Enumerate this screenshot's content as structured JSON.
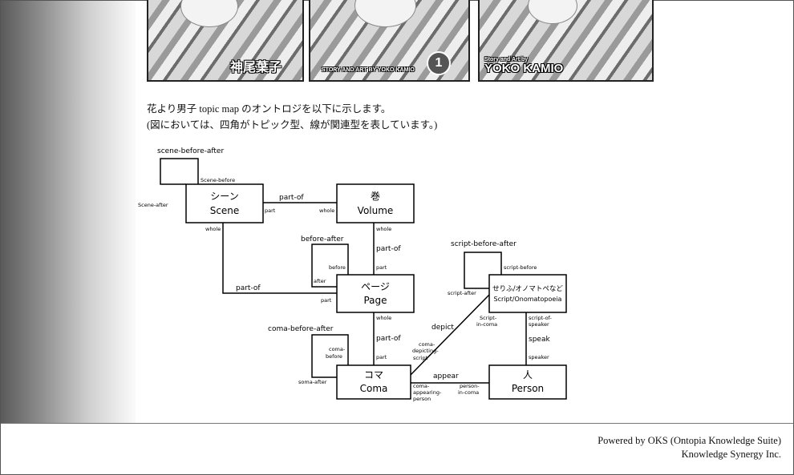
{
  "covers": {
    "author_jp": "神尾葉子",
    "story_credit": "STORY AND ART BY YOKO KAMIO",
    "volume_number": "1",
    "author_en": "YOKO KAMIO",
    "story_credit_short": "Story and Art by"
  },
  "intro": {
    "line1": "花より男子 topic map のオントロジを以下に示します。",
    "line2": "(図においては、四角がトピック型、線が関連型を表しています。)"
  },
  "diagram": {
    "topics": {
      "scene": {
        "jp": "シーン",
        "en": "Scene"
      },
      "volume": {
        "jp": "巻",
        "en": "Volume"
      },
      "page": {
        "jp": "ページ",
        "en": "Page"
      },
      "coma": {
        "jp": "コマ",
        "en": "Coma"
      },
      "script": {
        "jp": "せりふ/オノマトペなど",
        "en": "Script/Onomatopoeia"
      },
      "person": {
        "jp": "人",
        "en": "Person"
      }
    },
    "associations": {
      "scene_before_after": "scene-before-after",
      "before_after": "before-after",
      "script_before_after": "script-before-after",
      "coma_before_after": "coma-before-after",
      "part_of": "part-of",
      "depict": "depict",
      "speak": "speak",
      "appear": "appear"
    },
    "roles": {
      "scene_before": "Scene-before",
      "scene_after": "Scene-after",
      "part": "part",
      "whole": "whole",
      "before": "before",
      "after": "after",
      "script_before": "script-before",
      "script_after": "script-after",
      "coma_before": [
        "coma-",
        "before"
      ],
      "soma_after": "soma-after",
      "script_in_coma": [
        "Script-",
        "in-coma"
      ],
      "coma_depicting_script": [
        "coma-",
        "depicting-",
        "script"
      ],
      "script_of_speaker": [
        "script-of-",
        "speaker"
      ],
      "speaker": "speaker",
      "coma_appearing_person": [
        "coma-",
        "appearing-",
        "person"
      ],
      "person_in_coma": [
        "person-",
        "in-coma"
      ]
    }
  },
  "footer": {
    "line1": "Powered by OKS (Ontopia Knowledge Suite)",
    "line2": "Knowledge Synergy Inc."
  }
}
